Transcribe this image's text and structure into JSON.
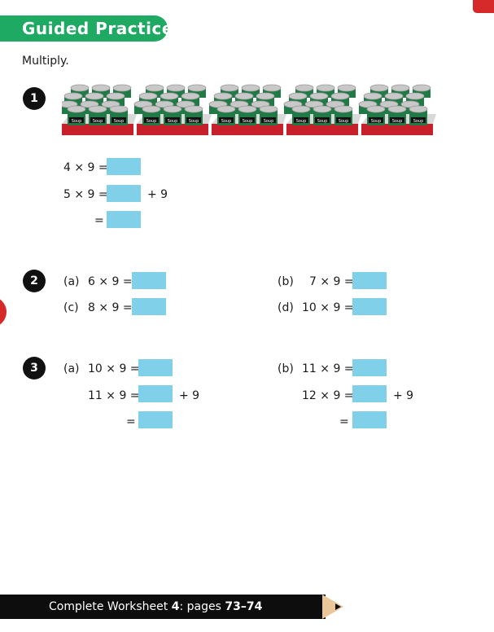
{
  "header": {
    "title": "Guided Practice"
  },
  "instruction": "Multiply.",
  "q1": {
    "number": "1",
    "can_label": "Soup",
    "lines": [
      {
        "expr": "4 × 9 =",
        "suffix": ""
      },
      {
        "expr": "5 × 9 =",
        "suffix": "+ 9"
      },
      {
        "expr": "=",
        "suffix": ""
      }
    ]
  },
  "q2": {
    "number": "2",
    "items": [
      {
        "label": "(a)",
        "expr": "6 × 9 ="
      },
      {
        "label": "(b)",
        "expr": "7 × 9 ="
      },
      {
        "label": "(c)",
        "expr": "8 × 9 ="
      },
      {
        "label": "(d)",
        "expr": "10 × 9 ="
      }
    ]
  },
  "q3": {
    "number": "3",
    "a": {
      "label": "(a)",
      "lines": [
        {
          "expr": "10 × 9 ="
        },
        {
          "expr": "11 × 9 =",
          "suffix": "+ 9"
        },
        {
          "expr": "="
        }
      ]
    },
    "b": {
      "label": "(b)",
      "lines": [
        {
          "expr": "11 × 9 ="
        },
        {
          "expr": "12 × 9 =",
          "suffix": "+ 9"
        },
        {
          "expr": "="
        }
      ]
    }
  },
  "footer": {
    "prefix": "Complete Worksheet ",
    "worksheet": "4",
    "middle": ": pages ",
    "pages": "73–74"
  },
  "colors": {
    "green": "#1faa63",
    "answer_box": "#7fd0e8",
    "red": "#d62a2a",
    "tray_red": "#c8202a",
    "can_green": "#1f7a45"
  }
}
